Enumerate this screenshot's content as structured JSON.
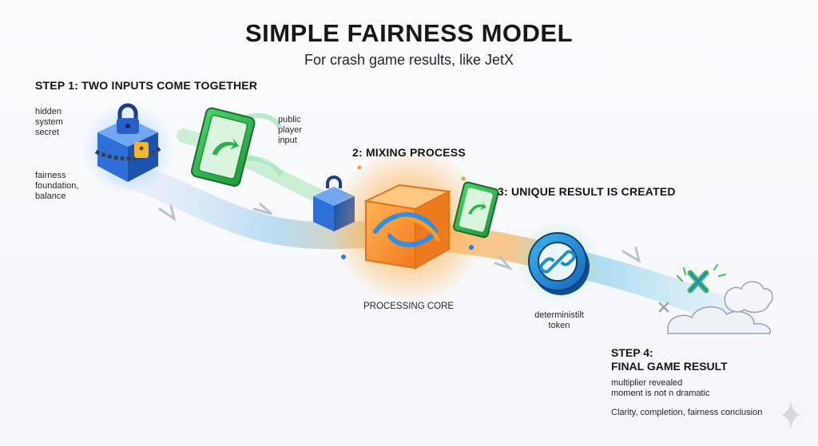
{
  "title": "SIMPLE FAIRNESS MODEL",
  "subtitle": "For crash game results, like JetX",
  "step1": {
    "heading": "STEP 1: TWO INPUTS COME TOGETHER",
    "secret_label": "hidden\nsystem\nsecret",
    "foundation_label": "fairness\nfoundation,\nbalance",
    "player_label": "public\nplayer\ninput"
  },
  "step2": {
    "heading": "2: MIXING PROCESS",
    "core_label": "PROCESSING CORE"
  },
  "step3": {
    "heading": "3: UNIQUE RESULT IS CREATED",
    "token_label": "deterministilt\ntoken"
  },
  "step4": {
    "heading": "STEP 4:\nFINAL GAME RESULT",
    "detail": "multiplier revealed\nmoment is not n dramatic",
    "conclusion": "Clarity, completion, fairness conclusion"
  },
  "colors": {
    "secret_blue": "#2f6fd8",
    "player_green": "#2fb04a",
    "core_orange": "#f08a24",
    "token_teal": "#1a9bd6",
    "result_green": "#3fbf5a"
  },
  "icons": {
    "lock": "padlock-icon",
    "arrow": "curved-arrow-icon",
    "link": "chain-link-icon",
    "x": "x-mark-icon",
    "sparkle": "sparkle-icon"
  }
}
